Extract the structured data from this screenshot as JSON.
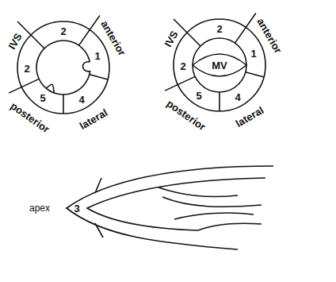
{
  "diagram": {
    "labels": [
      "IVS",
      "2",
      "anterior",
      "1",
      "2",
      "5",
      "posterior",
      "4",
      "lateral",
      "IVS",
      "2",
      "anterior",
      "1",
      "2",
      "MV",
      "5",
      "posterior",
      "4",
      "lateral",
      "apex",
      "3"
    ]
  }
}
